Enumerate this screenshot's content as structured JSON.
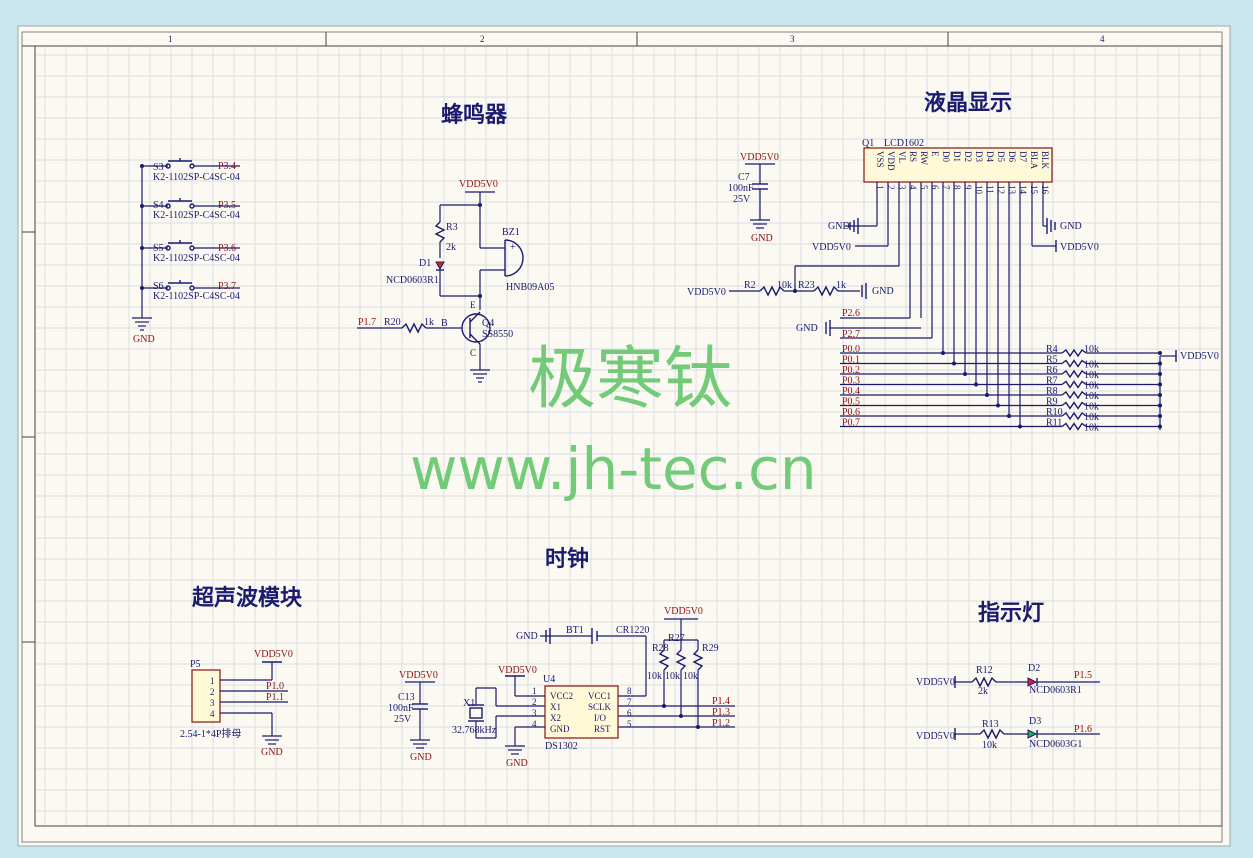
{
  "column_ruler": [
    "1",
    "2",
    "3",
    "4"
  ],
  "sections": {
    "buzzer": "蜂鸣器",
    "lcd": "液晶显示",
    "clock": "时钟",
    "ultrasonic": "超声波模块",
    "indicator": "指示灯"
  },
  "watermark": {
    "line1": "极寒钛",
    "line2": "www.jh-tec.cn"
  },
  "nets": {
    "vdd": "VDD5V0",
    "gnd": "GND"
  },
  "buttons": {
    "part": "K2-1102SP-C4SC-04",
    "items": [
      {
        "ref": "S3",
        "net": "P3.4"
      },
      {
        "ref": "S4",
        "net": "P3.5"
      },
      {
        "ref": "S5",
        "net": "P3.6"
      },
      {
        "ref": "S6",
        "net": "P3.7"
      }
    ]
  },
  "buzzer_circuit": {
    "r3_ref": "R3",
    "r3_val": "2k",
    "led_ref": "D1",
    "led_part": "NCD0603R1",
    "bz_ref": "BZ1",
    "bz_part": "HNB09A05",
    "bz_plus": "+",
    "q_ref": "Q4",
    "q_part": "SS8550",
    "r20_ref": "R20",
    "r20_val": "1k",
    "in_net": "P1.7",
    "pin_b": "B",
    "pin_e": "E",
    "pin_c": "C"
  },
  "lcd_circuit": {
    "q_ref": "Q1",
    "q_part": "LCD1602",
    "pin_names": [
      "VSS",
      "VDD",
      "VL",
      "RS",
      "RW",
      "E",
      "D0",
      "D1",
      "D2",
      "D3",
      "D4",
      "D5",
      "D6",
      "D7",
      "BLA",
      "BLK"
    ],
    "pin_numbers": [
      "1",
      "2",
      "3",
      "4",
      "5",
      "6",
      "7",
      "8",
      "9",
      "10",
      "11",
      "12",
      "13",
      "14",
      "15",
      "16"
    ],
    "c7_ref": "C7",
    "c7_val": "100nF",
    "c7_volt": "25V",
    "r2_ref": "R2",
    "r2_val": "10k",
    "r23_ref": "R23",
    "r23_val": "1k",
    "rs_net": "P2.6",
    "e_net": "P2.7",
    "data_nets": [
      "P0.0",
      "P0.1",
      "P0.2",
      "P0.3",
      "P0.4",
      "P0.5",
      "P0.6",
      "P0.7"
    ],
    "pullup_refs": [
      "R4",
      "R5",
      "R6",
      "R7",
      "R8",
      "R9",
      "R10",
      "R11"
    ],
    "pullup_val": "10k"
  },
  "clock_circuit": {
    "bt_ref": "BT1",
    "bt_part": "CR1220",
    "u_ref": "U4",
    "u_part": "DS1302",
    "left_pins": [
      {
        "num": "1",
        "name": "VCC2"
      },
      {
        "num": "2",
        "name": "X1"
      },
      {
        "num": "3",
        "name": "X2"
      },
      {
        "num": "4",
        "name": "GND"
      }
    ],
    "right_pins": [
      {
        "num": "8",
        "name": "VCC1"
      },
      {
        "num": "7",
        "name": "SCLK"
      },
      {
        "num": "6",
        "name": "I/O"
      },
      {
        "num": "5",
        "name": "RST"
      }
    ],
    "c13_ref": "C13",
    "c13_val": "100nF",
    "c13_volt": "25V",
    "x_ref": "X1",
    "x_val": "32.768kHz",
    "pullups": [
      {
        "ref": "R28",
        "val": "10k"
      },
      {
        "ref": "R27",
        "val": "10k"
      },
      {
        "ref": "R29",
        "val": "10k"
      }
    ],
    "io_nets": [
      "P1.4",
      "P1.3",
      "P1.2"
    ]
  },
  "ultrasonic_circuit": {
    "ref": "P5",
    "part": "2.54-1*4P排母",
    "pins": [
      "1",
      "2",
      "3",
      "4"
    ],
    "nets": [
      "P1.0",
      "P1.1"
    ]
  },
  "indicator_circuit": {
    "leds": [
      {
        "r_ref": "R12",
        "r_val": "2k",
        "d_ref": "D2",
        "d_part": "NCD0603R1",
        "net": "P1.5",
        "color": "#e02020"
      },
      {
        "r_ref": "R13",
        "r_val": "10k",
        "d_ref": "D3",
        "d_part": "NCD0603G1",
        "net": "P1.6",
        "color": "#20b040"
      }
    ]
  },
  "colors": {
    "wire": "#1a1a6e",
    "net": "#8b1010",
    "sheet": "#fbf9f2",
    "bg": "#c9e6ee",
    "watermark": "#5cc466"
  }
}
